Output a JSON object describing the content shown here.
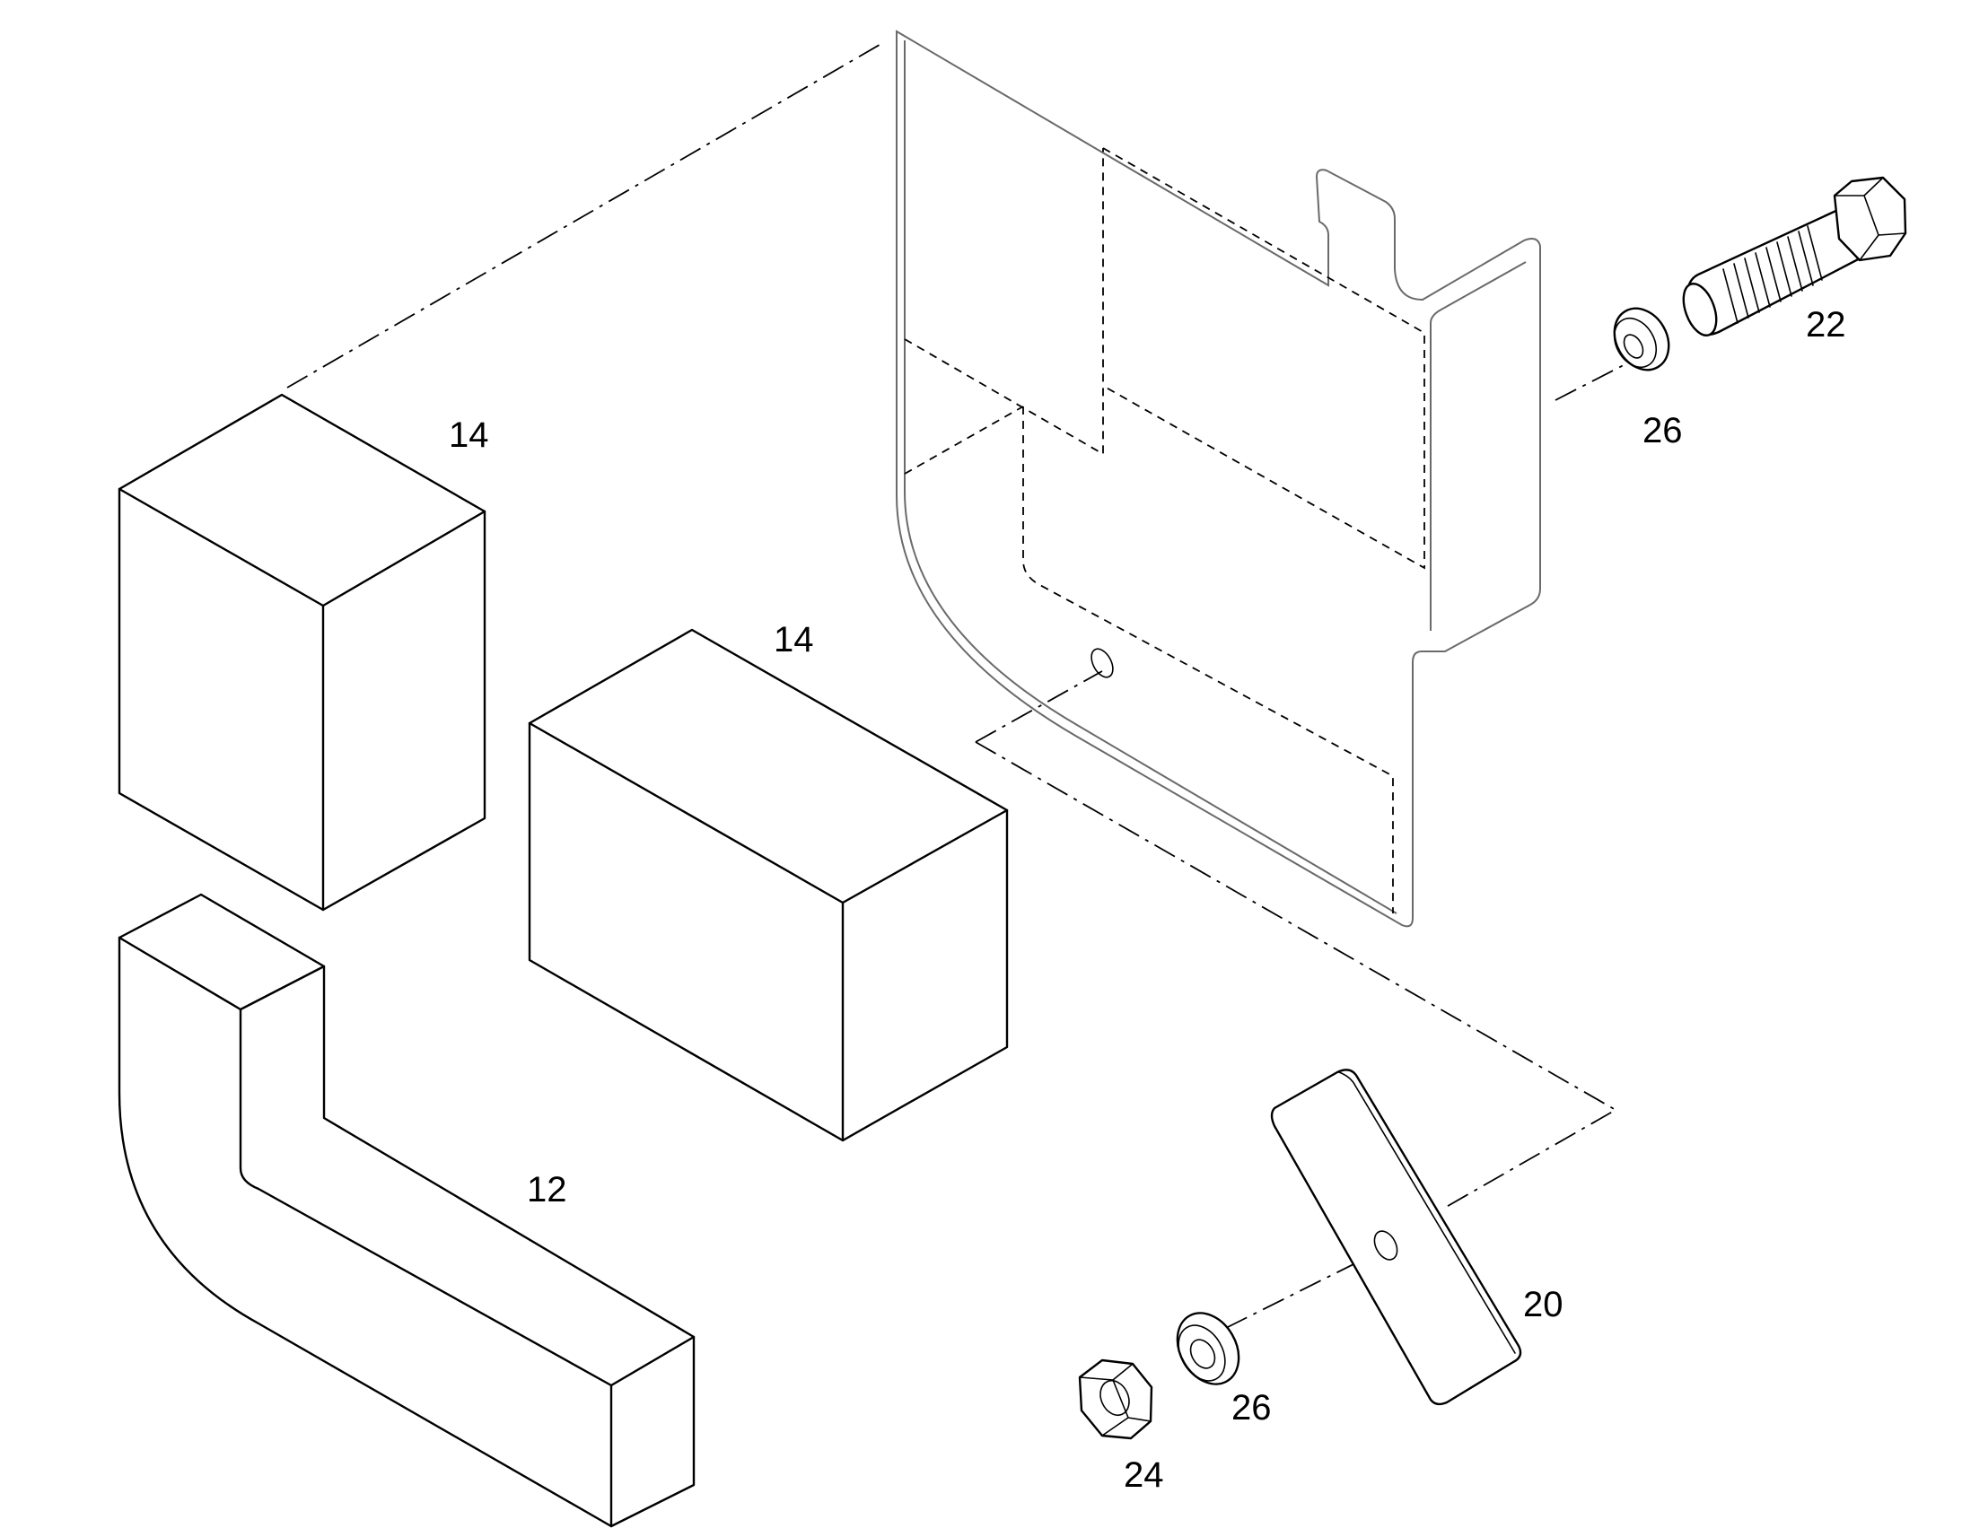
{
  "labels": {
    "part_14_top": "14",
    "part_14_right": "14",
    "part_12": "12",
    "part_22": "22",
    "part_26_top": "26",
    "part_26_bottom": "26",
    "part_20": "20",
    "part_24": "24"
  }
}
